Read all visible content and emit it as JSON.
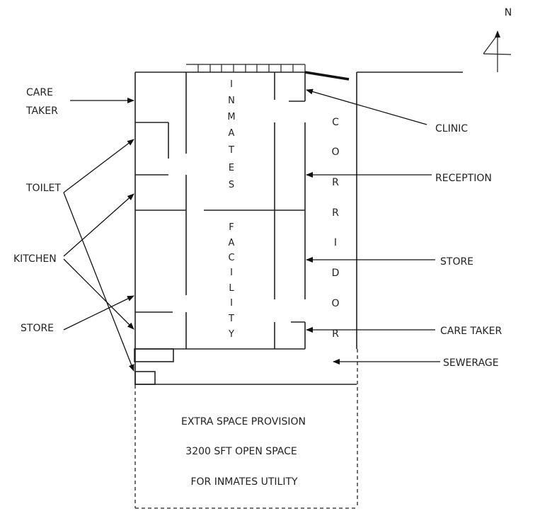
{
  "diagram": {
    "type": "floor-plan",
    "compass": {
      "label": "N"
    },
    "left_labels": {
      "care_taker_line1": "CARE",
      "care_taker_line2": "TAKER",
      "toilet": "TOILET",
      "kitchen": "KITCHEN",
      "store": "STORE"
    },
    "right_labels": {
      "clinic": "CLINIC",
      "reception": "RECEPTION",
      "store": "STORE",
      "care_taker": "CARE TAKER",
      "sewerage": "SEWERAGE"
    },
    "center_vertical_text": {
      "inmates": [
        "I",
        "N",
        "M",
        "A",
        "T",
        "E",
        "S"
      ],
      "facility": [
        "F",
        "A",
        "C",
        "I",
        "L",
        "I",
        "T",
        "Y"
      ]
    },
    "corridor_letters": [
      "C",
      "O",
      "R",
      "R",
      "I",
      "D",
      "O",
      "R"
    ],
    "extra_space": {
      "line1": "EXTRA SPACE PROVISION",
      "line2": "3200 SFT OPEN SPACE",
      "line3": "FOR INMATES UTILITY"
    }
  }
}
